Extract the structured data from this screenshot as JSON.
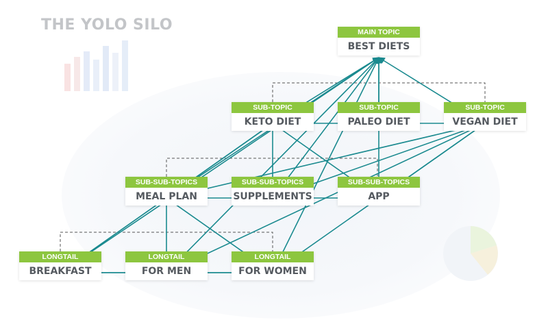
{
  "title": "THE YOLO SILO",
  "colors": {
    "tag": "#8dc63f",
    "arrow": "#1a8a8f",
    "dashed": "#555555",
    "title": "#c3c5c8"
  },
  "nodes": {
    "main": {
      "tag": "MAIN TOPIC",
      "label": "BEST DIETS"
    },
    "keto": {
      "tag": "SUB-TOPIC",
      "label": "KETO DIET"
    },
    "paleo": {
      "tag": "SUB-TOPIC",
      "label": "PALEO DIET"
    },
    "vegan": {
      "tag": "SUB-TOPIC",
      "label": "VEGAN DIET"
    },
    "meal": {
      "tag": "SUB-SUB-TOPICS",
      "label": "MEAL PLAN"
    },
    "supp": {
      "tag": "SUB-SUB-TOPICS",
      "label": "SUPPLEMENTS"
    },
    "app": {
      "tag": "SUB-SUB-TOPICS",
      "label": "APP"
    },
    "break": {
      "tag": "LONGTAIL",
      "label": "BREAKFAST"
    },
    "men": {
      "tag": "LONGTAIL",
      "label": "FOR MEN"
    },
    "women": {
      "tag": "LONGTAIL",
      "label": "FOR WOMEN"
    }
  },
  "links": [
    {
      "from": "main",
      "to": "keto",
      "dir": "both"
    },
    {
      "from": "main",
      "to": "paleo",
      "dir": "both"
    },
    {
      "from": "main",
      "to": "vegan",
      "dir": "both"
    },
    {
      "from": "main",
      "to": "meal",
      "dir": "both"
    },
    {
      "from": "main",
      "to": "supp",
      "dir": "both"
    },
    {
      "from": "main",
      "to": "app",
      "dir": "both"
    },
    {
      "from": "main",
      "to": "break",
      "dir": "both"
    },
    {
      "from": "main",
      "to": "men",
      "dir": "both"
    },
    {
      "from": "main",
      "to": "women",
      "dir": "both"
    },
    {
      "from": "keto",
      "to": "paleo",
      "dir": "both"
    },
    {
      "from": "paleo",
      "to": "vegan",
      "dir": "both"
    },
    {
      "from": "keto",
      "to": "supp",
      "dir": "both"
    },
    {
      "from": "keto",
      "to": "meal",
      "dir": "both"
    },
    {
      "from": "keto",
      "to": "app",
      "dir": "both"
    },
    {
      "from": "keto",
      "to": "break",
      "dir": "both"
    },
    {
      "from": "vegan",
      "to": "meal",
      "dir": "both"
    },
    {
      "from": "vegan",
      "to": "supp",
      "dir": "both"
    },
    {
      "from": "vegan",
      "to": "app",
      "dir": "both"
    },
    {
      "from": "vegan",
      "to": "men",
      "dir": "both"
    },
    {
      "from": "vegan",
      "to": "women",
      "dir": "both"
    },
    {
      "from": "meal",
      "to": "supp",
      "dir": "both"
    },
    {
      "from": "supp",
      "to": "app",
      "dir": "both"
    },
    {
      "from": "meal",
      "to": "men",
      "dir": "both"
    },
    {
      "from": "meal",
      "to": "women",
      "dir": "both"
    },
    {
      "from": "meal",
      "to": "break",
      "dir": "both"
    },
    {
      "from": "break",
      "to": "men",
      "dir": "both"
    },
    {
      "from": "men",
      "to": "women",
      "dir": "both"
    },
    {
      "from": "break",
      "to": "women",
      "dir": "both"
    }
  ]
}
